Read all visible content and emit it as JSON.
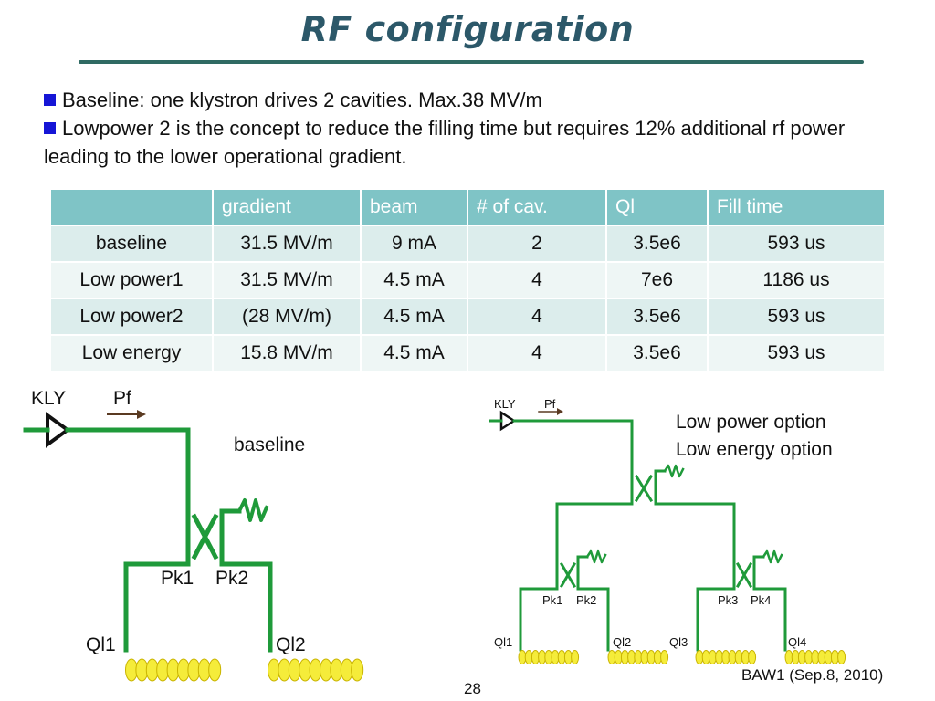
{
  "title": "RF configuration",
  "bullets": [
    "Baseline: one klystron drives 2 cavities. Max.38 MV/m",
    "Lowpower 2 is the concept to reduce the filling time but requires 12% additional rf power leading to the lower operational gradient."
  ],
  "table": {
    "headers": [
      "",
      "gradient",
      "beam",
      "# of cav.",
      "Ql",
      "Fill time"
    ],
    "rows": [
      [
        "baseline",
        "31.5 MV/m",
        "9 mA",
        "2",
        "3.5e6",
        "593 us"
      ],
      [
        "Low power1",
        "31.5 MV/m",
        "4.5 mA",
        "4",
        "7e6",
        "1186 us"
      ],
      [
        "Low power2",
        "(28 MV/m)",
        "4.5 mA",
        "4",
        "3.5e6",
        "593 us"
      ],
      [
        "Low energy",
        "15.8 MV/m",
        "4.5 mA",
        "4",
        "3.5e6",
        "593 us"
      ]
    ]
  },
  "diagram_left": {
    "kly": "KLY",
    "pf": "Pf",
    "caption": "baseline",
    "pk1": "Pk1",
    "pk2": "Pk2",
    "ql1": "Ql1",
    "ql2": "Ql2"
  },
  "diagram_right": {
    "kly": "KLY",
    "pf": "Pf",
    "caption1": "Low power option",
    "caption2": "Low energy option",
    "pk1": "Pk1",
    "pk2": "Pk2",
    "pk3": "Pk3",
    "pk4": "Pk4",
    "ql1": "Ql1",
    "ql2": "Ql2",
    "ql3": "Ql3",
    "ql4": "Ql4"
  },
  "colors": {
    "waveguide": "#1f9a3a",
    "cavity": "#f5ec3a",
    "title": "#2c5869",
    "header": "#7fc4c6",
    "bullet": "#1515d6"
  },
  "footer": "BAW1 (Sep.8, 2010)",
  "page_number": "28"
}
